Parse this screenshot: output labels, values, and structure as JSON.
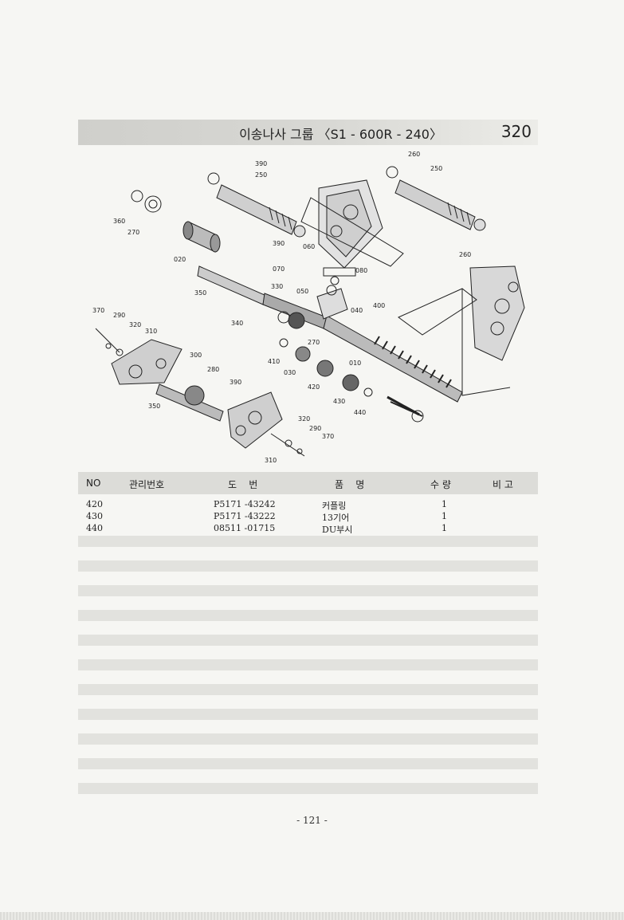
{
  "header": {
    "title": "이송나사 그룹 〈S1 - 600R - 240〉",
    "group_code": "320"
  },
  "diagram": {
    "labels": [
      "390",
      "250",
      "260",
      "250",
      "360",
      "270",
      "020",
      "390",
      "060",
      "070",
      "080",
      "260",
      "330",
      "050",
      "350",
      "040",
      "400",
      "370",
      "290",
      "320",
      "310",
      "340",
      "270",
      "300",
      "410",
      "010",
      "280",
      "030",
      "420",
      "390",
      "430",
      "440",
      "350",
      "320",
      "290",
      "370",
      "310"
    ]
  },
  "table": {
    "headers": [
      "NO",
      "관리번호",
      "도    번",
      "품    명",
      "수 량",
      "비 고"
    ],
    "rows": [
      {
        "no": "420",
        "mgmt": "",
        "drawing": "P5171 -43242",
        "name": "커플링",
        "qty": "1",
        "note": ""
      },
      {
        "no": "430",
        "mgmt": "",
        "drawing": "P5171 -43222",
        "name": "13기어",
        "qty": "1",
        "note": ""
      },
      {
        "no": "440",
        "mgmt": "",
        "drawing": "08511 -01715",
        "name": "DU부시",
        "qty": "1",
        "note": ""
      }
    ]
  },
  "footer": {
    "page_number": "- 121 -"
  }
}
